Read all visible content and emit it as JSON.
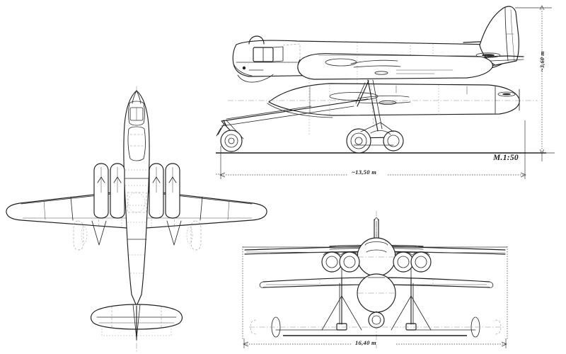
{
  "drawing": {
    "subject": "three-view aircraft general arrangement drawing",
    "views": {
      "side": "side-elevation-view",
      "plan": "plan-top-view",
      "front": "front-elevation-view"
    }
  },
  "labels": {
    "scale": "M.1:50",
    "length": "~13,50 m",
    "span": "16,40 m",
    "height": "~3,60 m"
  },
  "colors": {
    "ink": "#1a1a1a",
    "line": "#2b2b2b",
    "thin": "#555555",
    "hidden": "#8a8a8a",
    "paper": "#ffffff"
  }
}
